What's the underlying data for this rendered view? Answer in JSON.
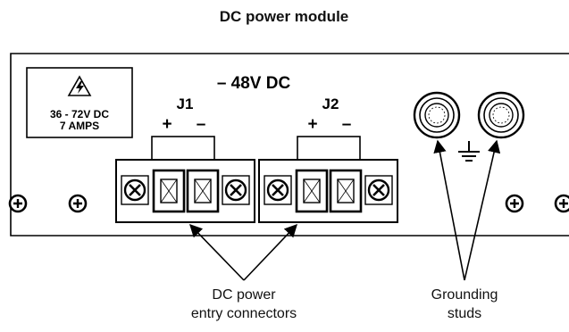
{
  "figure": {
    "title": "DC power module",
    "voltage_label": "– 48V DC",
    "warning_label": {
      "icon": "high-voltage-warning-icon",
      "line1": "36 - 72V DC",
      "line2": "7 AMPS"
    },
    "connectors": [
      {
        "label": "J1",
        "plus": "+",
        "minus": "–"
      },
      {
        "label": "J2",
        "plus": "+",
        "minus": "–"
      }
    ],
    "ground_symbol": "ground-icon",
    "callouts": {
      "connectors_line1": "DC power",
      "connectors_line2": "entry connectors",
      "studs_line1": "Grounding",
      "studs_line2": "studs"
    }
  }
}
